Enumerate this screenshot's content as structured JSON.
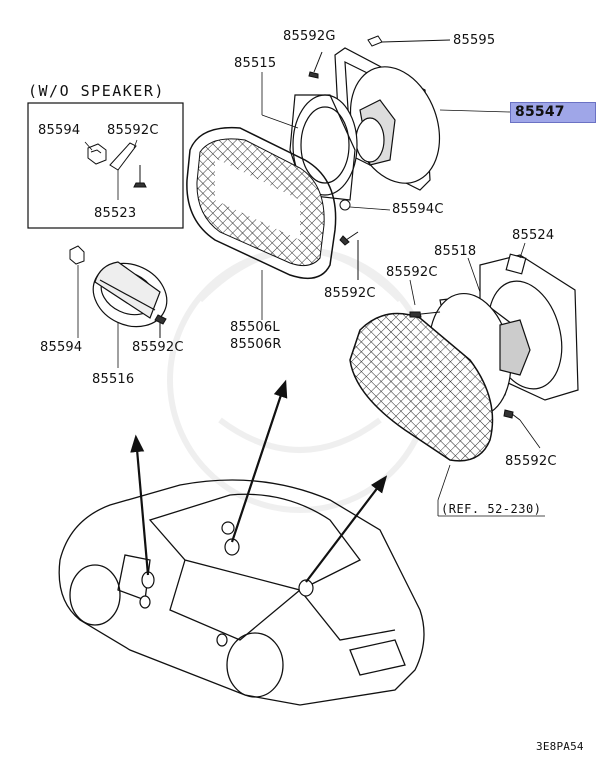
{
  "group_heading": "(W/O SPEAKER)",
  "highlighted_part": "85547",
  "reference": "(REF. 52-230)",
  "diagram_code": "3E8PA54",
  "highlight_color": "#9fa6e8",
  "callouts": {
    "p85592G": "85592G",
    "p85595": "85595",
    "p85515": "85515",
    "p85547": "85547",
    "p85594_box": "85594",
    "p85592C_box": "85592C",
    "p85523": "85523",
    "p85594C": "85594C",
    "p85524": "85524",
    "p85518": "85518",
    "p85592C_mid": "85592C",
    "p85592C_right": "85592C",
    "p85592C_center": "85592C",
    "p85506L": "85506L",
    "p85506R": "85506R",
    "p85594_left": "85594",
    "p85592C_left": "85592C",
    "p85516": "85516"
  }
}
